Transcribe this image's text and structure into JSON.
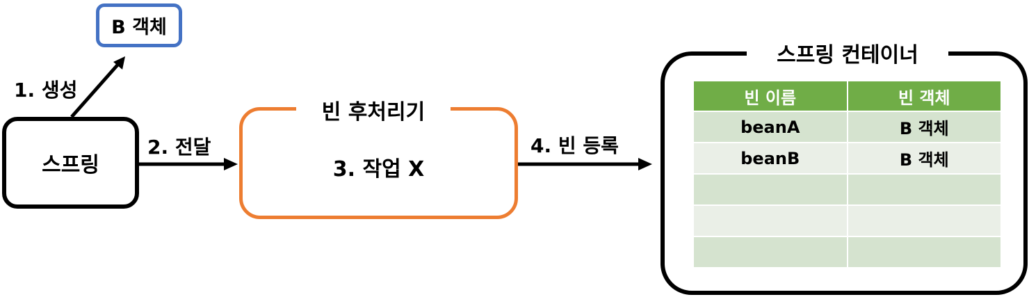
{
  "b_object": {
    "label": "B 객체"
  },
  "spring": {
    "label": "스프링"
  },
  "postprocessor": {
    "title": "빈 후처리기",
    "body": "3. 작업 X"
  },
  "arrows": {
    "create": "1. 생성",
    "deliver": "2. 전달",
    "register": "4. 빈 등록"
  },
  "container": {
    "title": "스프링 컨테이너",
    "columns": [
      "빈 이름",
      "빈 객체"
    ],
    "rows": [
      [
        "beanA",
        "B 객체"
      ],
      [
        "beanB",
        "B 객체"
      ],
      [
        "",
        ""
      ],
      [
        "",
        ""
      ],
      [
        "",
        ""
      ]
    ]
  },
  "colors": {
    "b_object_border": "#4472c4",
    "postprocessor_border": "#ed7d31",
    "table_header": "#70ad47",
    "table_row_dark": "#d5e3cf",
    "table_row_light": "#eaefe7"
  }
}
